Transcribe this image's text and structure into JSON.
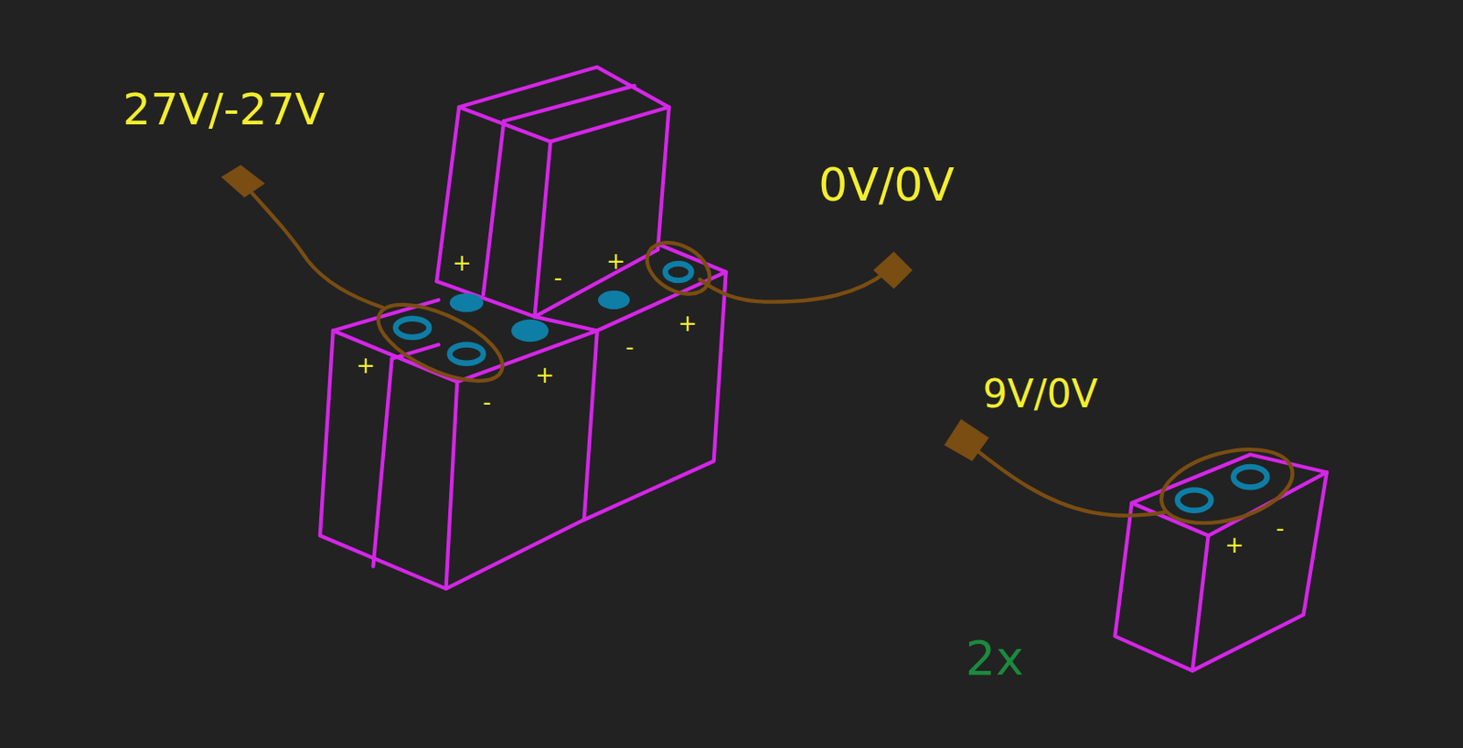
{
  "diagram": {
    "labels": [
      "27V/-27V",
      "0V/0V",
      "9V/0V",
      "2x",
      "+",
      "-",
      "+",
      "+",
      "-",
      "+",
      "-",
      "+",
      "+",
      "-"
    ]
  }
}
